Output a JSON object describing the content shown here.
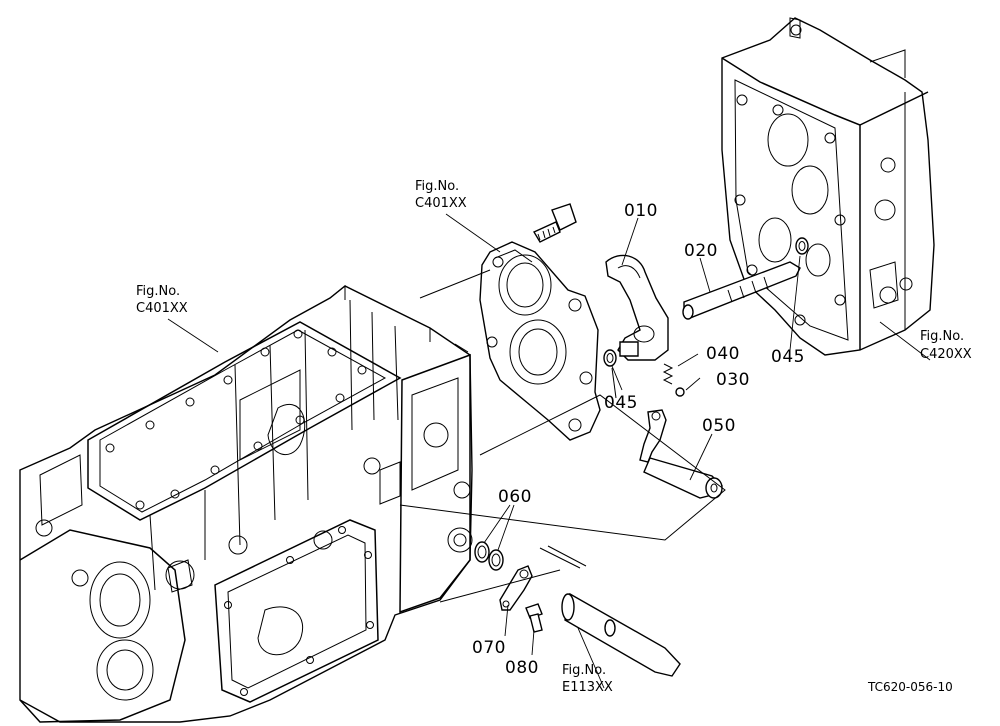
{
  "diagram": {
    "callouts": [
      {
        "id": "010",
        "text": "010"
      },
      {
        "id": "020",
        "text": "020"
      },
      {
        "id": "030",
        "text": "030"
      },
      {
        "id": "040",
        "text": "040"
      },
      {
        "id": "045a",
        "text": "045"
      },
      {
        "id": "045b",
        "text": "045"
      },
      {
        "id": "050",
        "text": "050"
      },
      {
        "id": "060",
        "text": "060"
      },
      {
        "id": "070",
        "text": "070"
      },
      {
        "id": "080",
        "text": "080"
      }
    ],
    "figure_refs": [
      {
        "id": "c401-top",
        "line1": "Fig.No.",
        "line2": "C401XX"
      },
      {
        "id": "c401-left",
        "line1": "Fig.No.",
        "line2": "C401XX"
      },
      {
        "id": "c420",
        "line1": "Fig.No.",
        "line2": "C420XX"
      },
      {
        "id": "e113",
        "line1": "Fig.No.",
        "line2": "E113XX"
      }
    ],
    "drawing_code": "TC620-056-10"
  }
}
